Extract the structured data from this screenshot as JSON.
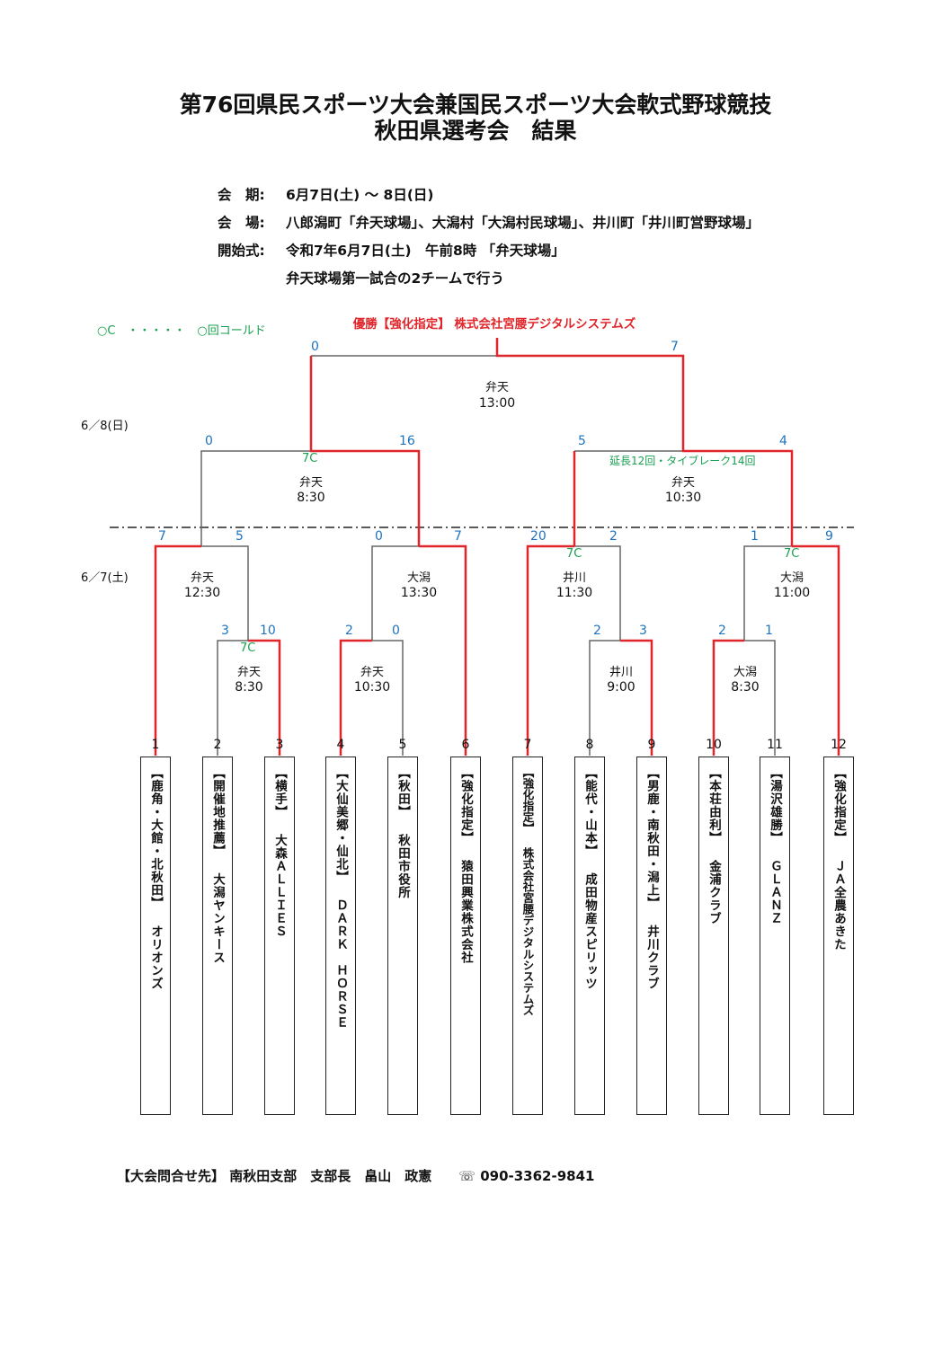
{
  "title": {
    "line1": "第76回県民スポーツ大会兼国民スポーツ大会軟式野球競技",
    "line2": "秋田県選考会　結果"
  },
  "info": {
    "period_label": "会　期:",
    "period_value": "6月7日(土) ～ 8日(日)",
    "venue_label": "会　場:",
    "venue_value": "八郎潟町「弁天球場」、大潟村「大潟村民球場」、井川町「井川町営野球場」",
    "opening_label": "開始式:",
    "opening_value": "令和7年6月7日(土)　午前8時 「弁天球場」",
    "opening_note": "弁天球場第一試合の2チームで行う"
  },
  "legend": "○C　・・・・・　○回コールド",
  "champion": "優勝【強化指定】 株式会社宮腰デジタルシステムズ",
  "dates": {
    "day2": "6／8(日)",
    "day1": "6／7(土)"
  },
  "contact": "【大会問合せ先】 南秋田支部　支部長　畠山　政憲　　☏ 090-3362-9841",
  "colors": {
    "win": "#e0262a",
    "score": "#1e73be",
    "note": "#18a050",
    "line": "#666666"
  },
  "games": {
    "final": {
      "venue": "弁天",
      "time": "13:00",
      "score_left": "0",
      "score_right": "7"
    },
    "semi_left": {
      "venue": "弁天",
      "time": "8:30",
      "note": "7C",
      "score_left": "0",
      "score_right": "16"
    },
    "semi_right": {
      "venue": "弁天",
      "time": "10:30",
      "note": "延長12回・タイブレーク14回",
      "score_left": "5",
      "score_right": "4"
    },
    "r2_a": {
      "venue": "弁天",
      "time": "12:30",
      "score_left": "7",
      "score_right": "5"
    },
    "r2_b": {
      "venue": "大潟",
      "time": "13:30",
      "score_left": "0",
      "score_right": "7"
    },
    "r2_c": {
      "venue": "井川",
      "time": "11:30",
      "note": "7C",
      "score_left": "20",
      "score_right": "2"
    },
    "r2_d": {
      "venue": "大潟",
      "time": "11:00",
      "note": "7C",
      "score_left": "1",
      "score_right": "9"
    },
    "r1_a": {
      "venue": "弁天",
      "time": "8:30",
      "note": "7C",
      "score_left": "3",
      "score_right": "10"
    },
    "r1_b": {
      "venue": "弁天",
      "time": "10:30",
      "score_left": "2",
      "score_right": "0"
    },
    "r1_c": {
      "venue": "井川",
      "time": "9:00",
      "score_left": "2",
      "score_right": "3"
    },
    "r1_d": {
      "venue": "大潟",
      "time": "8:30",
      "score_left": "2",
      "score_right": "1"
    }
  },
  "teams": [
    {
      "number": "1",
      "name": "【鹿角・大館・北秋田】 オリオンズ"
    },
    {
      "number": "2",
      "name": "【開催地推薦】 大潟ヤンキース"
    },
    {
      "number": "3",
      "name": "【横手】 大森ＡＬＬＩＥＳ"
    },
    {
      "number": "4",
      "name": "【大仙美郷・仙北】 ＤＡＲＫ　ＨＯＲＳＥ"
    },
    {
      "number": "5",
      "name": "【秋田】 秋田市役所"
    },
    {
      "number": "6",
      "name": "【強化指定】 猿田興業株式会社"
    },
    {
      "number": "7",
      "name": "【強化指定】 株式会社宮腰デジタルシステムズ"
    },
    {
      "number": "8",
      "name": "【能代・山本】 成田物産スピリッツ"
    },
    {
      "number": "9",
      "name": "【男鹿・南秋田・潟上】 井川クラブ"
    },
    {
      "number": "10",
      "name": "【本荘由利】 金浦クラブ"
    },
    {
      "number": "11",
      "name": "【湯沢雄勝】 ＧＬＡＮＺ"
    },
    {
      "number": "12",
      "name": "【強化指定】 ＪＡ全農あきた"
    }
  ]
}
